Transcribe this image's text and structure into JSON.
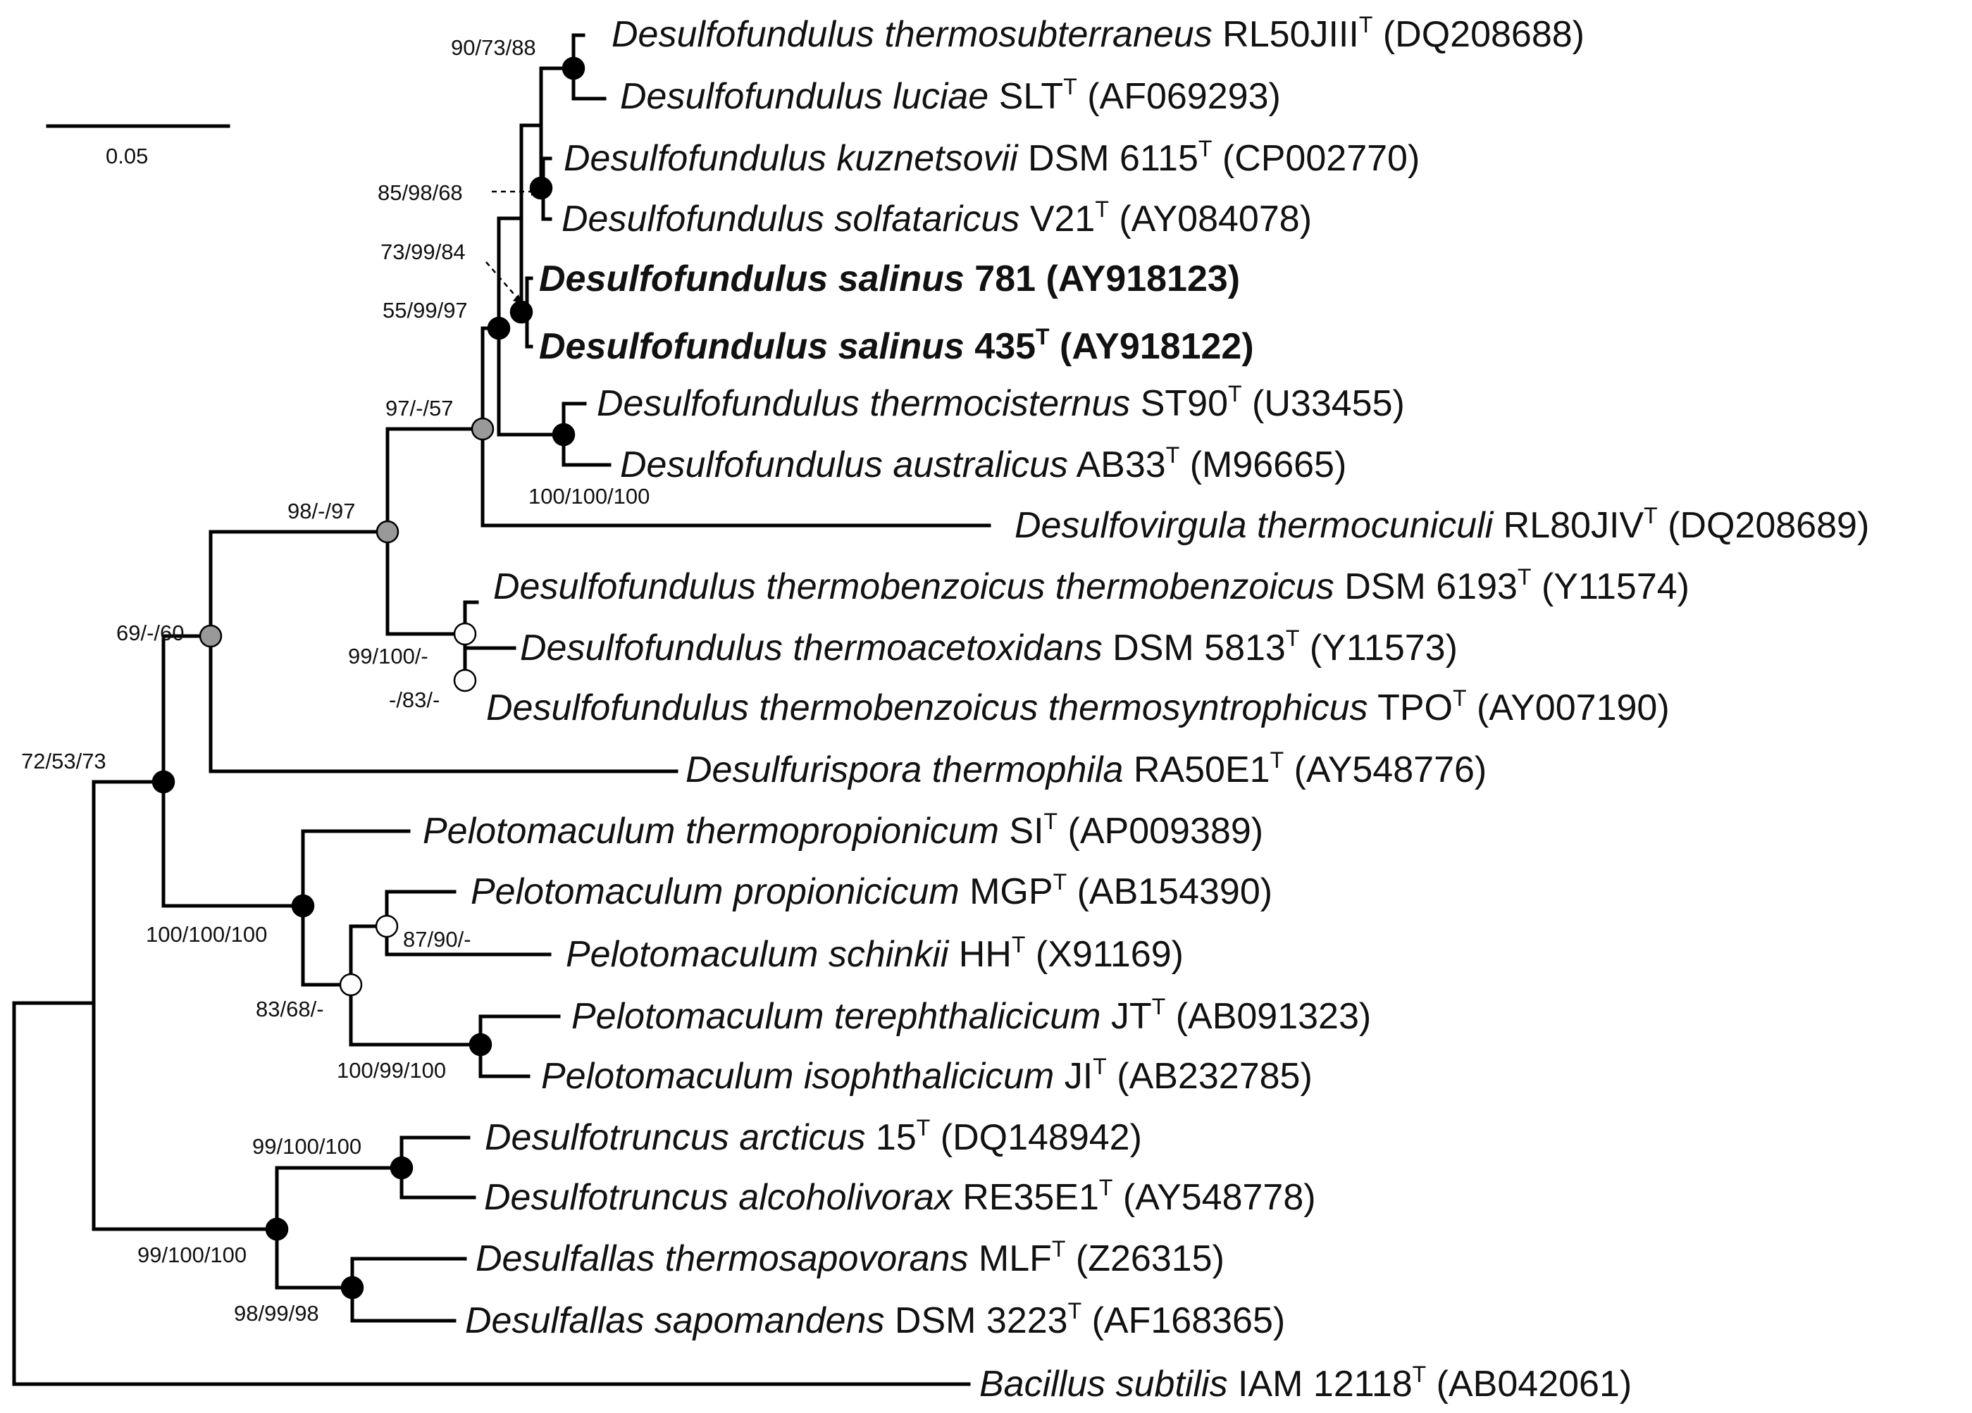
{
  "scale_bar": {
    "label": "0.05"
  },
  "taxa": {
    "t1": {
      "italic": "Desulfofundulus thermosubterraneus",
      "strain": "RL50JIII",
      "sup": "T",
      "acc": "(DQ208688)"
    },
    "t2": {
      "italic": "Desulfofundulus luciae",
      "strain": "SLT",
      "sup": "T",
      "acc": "(AF069293)"
    },
    "t3": {
      "italic": "Desulfofundulus kuznetsovii",
      "strain": "DSM 6115",
      "sup": "T",
      "acc": "(CP002770)"
    },
    "t4": {
      "italic": "Desulfofundulus solfataricus",
      "strain": "V21",
      "sup": "T",
      "acc": "(AY084078)"
    },
    "t5": {
      "italic": "Desulfofundulus salinus",
      "strain": "781",
      "sup": "",
      "acc": "(AY918123)"
    },
    "t6": {
      "italic": "Desulfofundulus salinus",
      "strain": "435",
      "sup": "T",
      "acc": "(AY918122)"
    },
    "t7": {
      "italic": "Desulfofundulus thermocisternus",
      "strain": "ST90",
      "sup": "T",
      "acc": "(U33455)"
    },
    "t8": {
      "italic": "Desulfofundulus australicus",
      "strain": "AB33",
      "sup": "T",
      "acc": "(M96665)"
    },
    "t9": {
      "italic": "Desulfovirgula thermocuniculi",
      "strain": "RL80JIV",
      "sup": "T",
      "acc": "(DQ208689)"
    },
    "t10": {
      "italic": "Desulfofundulus thermobenzoicus thermobenzoicus",
      "strain": "DSM 6193",
      "sup": "T",
      "acc": "(Y11574)"
    },
    "t11": {
      "italic": "Desulfofundulus thermoacetoxidans",
      "strain": "DSM 5813",
      "sup": "T",
      "acc": "(Y11573)"
    },
    "t12": {
      "italic": "Desulfofundulus thermobenzoicus thermosyntrophicus",
      "strain": "TPO",
      "sup": "T",
      "acc": "(AY007190)"
    },
    "t13": {
      "italic": "Desulfurispora thermophila",
      "strain": "RA50E1",
      "sup": "T",
      "acc": "(AY548776)"
    },
    "t14": {
      "italic": "Pelotomaculum thermopropionicum",
      "strain": "SI",
      "sup": "T",
      "acc": "(AP009389)"
    },
    "t15": {
      "italic": "Pelotomaculum propionicicum",
      "strain": "MGP",
      "sup": "T",
      "acc": "(AB154390)"
    },
    "t16": {
      "italic": "Pelotomaculum schinkii",
      "strain": "HH",
      "sup": "T",
      "acc": "(X91169)"
    },
    "t17": {
      "italic": "Pelotomaculum terephthalicicum",
      "strain": "JT",
      "sup": "T",
      "acc": "(AB091323)"
    },
    "t18": {
      "italic": "Pelotomaculum isophthalicicum",
      "strain": "JI",
      "sup": "T",
      "acc": "(AB232785)"
    },
    "t19": {
      "italic": "Desulfotruncus arcticus",
      "strain": "15",
      "sup": "T",
      "acc": "(DQ148942)"
    },
    "t20": {
      "italic": "Desulfotruncus alcoholivorax",
      "strain": "RE35E1",
      "sup": "T",
      "acc": "(AY548778)"
    },
    "t21": {
      "italic": "Desulfallas thermosapovorans",
      "strain": "MLF",
      "sup": "T",
      "acc": "(Z26315)"
    },
    "t22": {
      "italic": "Desulfallas sapomandens",
      "strain": "DSM 3223",
      "sup": "T",
      "acc": "(AF168365)"
    },
    "t23": {
      "italic": "Bacillus subtilis",
      "strain": "IAM 12118",
      "sup": "T",
      "acc": "(AB042061)"
    }
  },
  "supports": {
    "s1": "90/73/88",
    "s2": "85/98/68",
    "s3": "73/99/84",
    "s4": "55/99/97",
    "s5": "97/-/57",
    "s6": "100/100/100",
    "s7": "98/-/97",
    "s8": "99/100/-",
    "s9": "-/83/-",
    "s10": "69/-/60",
    "s11": "72/53/73",
    "s12": "100/100/100",
    "s13": "87/90/-",
    "s14": "83/68/-",
    "s15": "100/99/100",
    "s16": "99/100/100",
    "s17": "99/100/100",
    "s18": "98/99/98"
  },
  "colors": {
    "node_strong": "#000000",
    "node_medium": "#999999",
    "node_weak": "#ffffff"
  }
}
